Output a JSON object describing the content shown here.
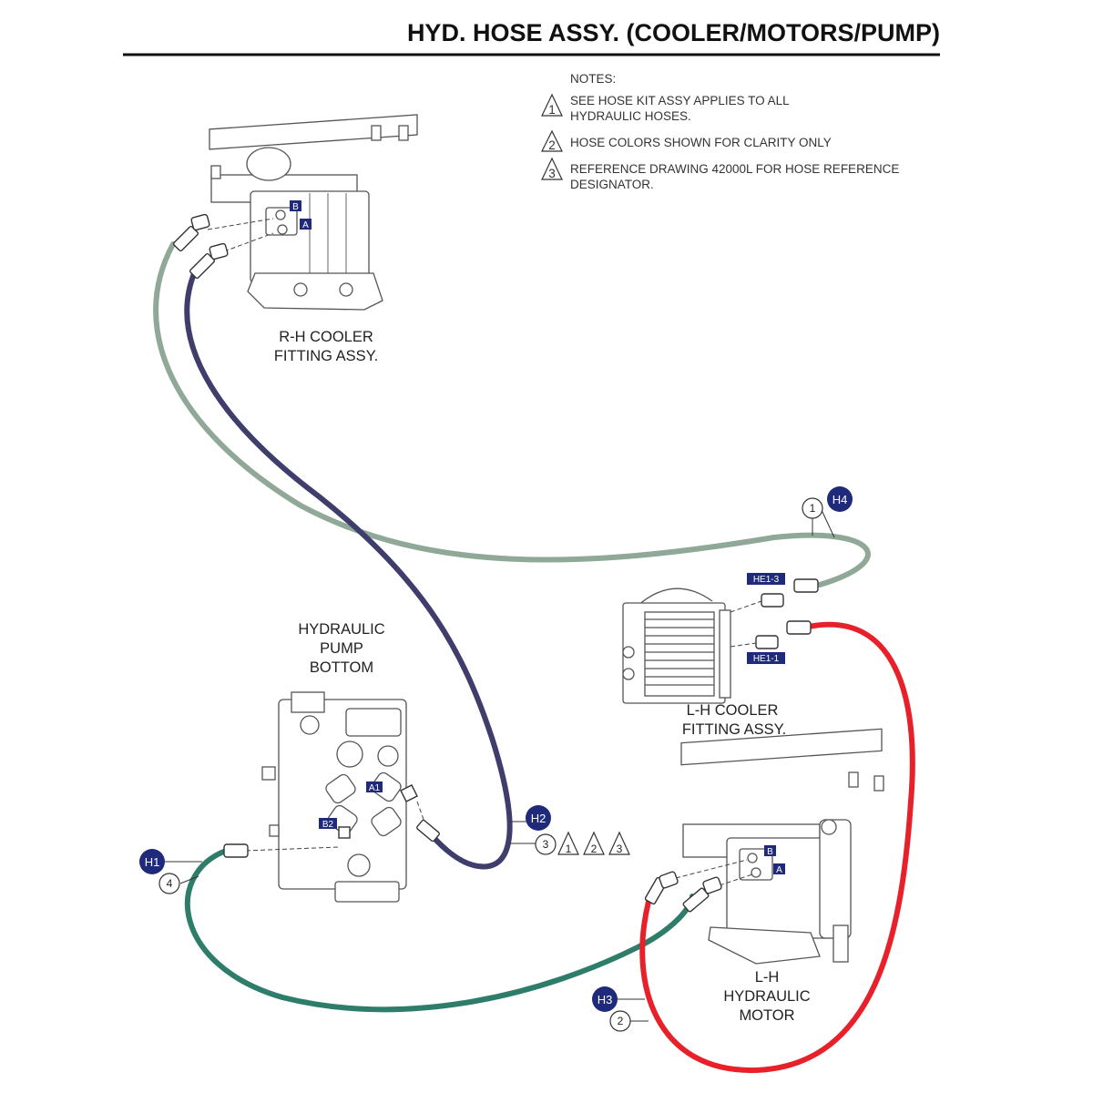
{
  "title": "HYD. HOSE ASSY. (COOLER/MOTORS/PUMP)",
  "notes": {
    "heading": "NOTES:",
    "items": [
      {
        "marker": "1",
        "lines": [
          "SEE HOSE KIT ASSY APPLIES TO ALL",
          "HYDRAULIC HOSES."
        ]
      },
      {
        "marker": "2",
        "lines": [
          "HOSE COLORS SHOWN FOR CLARITY ONLY"
        ]
      },
      {
        "marker": "3",
        "lines": [
          "REFERENCE DRAWING 42000L FOR HOSE REFERENCE",
          "DESIGNATOR."
        ]
      }
    ]
  },
  "components": {
    "rh_cooler": {
      "line1": "R-H COOLER",
      "line2": "FITTING ASSY.",
      "port_b": "B",
      "port_a": "A"
    },
    "pump": {
      "line1": "HYDRAULIC",
      "line2": "PUMP",
      "line3": "BOTTOM",
      "port_a1": "A1",
      "port_b2": "B2"
    },
    "lh_cooler": {
      "line1": "L-H COOLER",
      "line2": "FITTING ASSY.",
      "port_top": "HE1-3",
      "port_bottom": "HE1-1"
    },
    "lh_motor": {
      "line1": "L-H",
      "line2": "HYDRAULIC",
      "line3": "MOTOR",
      "port_b": "B",
      "port_a": "A"
    }
  },
  "hoses": [
    {
      "id": "H1",
      "item": "4",
      "color": "#2e7d6b"
    },
    {
      "id": "H2",
      "item": "3",
      "color": "#3f3d6b",
      "notes": [
        "1",
        "2",
        "3"
      ]
    },
    {
      "id": "H3",
      "item": "2",
      "color": "#e8202a"
    },
    {
      "id": "H4",
      "item": "1",
      "color": "#8fa898"
    }
  ],
  "colors": {
    "badge": "#1f2a7a",
    "accent_text": "#ffffff"
  }
}
